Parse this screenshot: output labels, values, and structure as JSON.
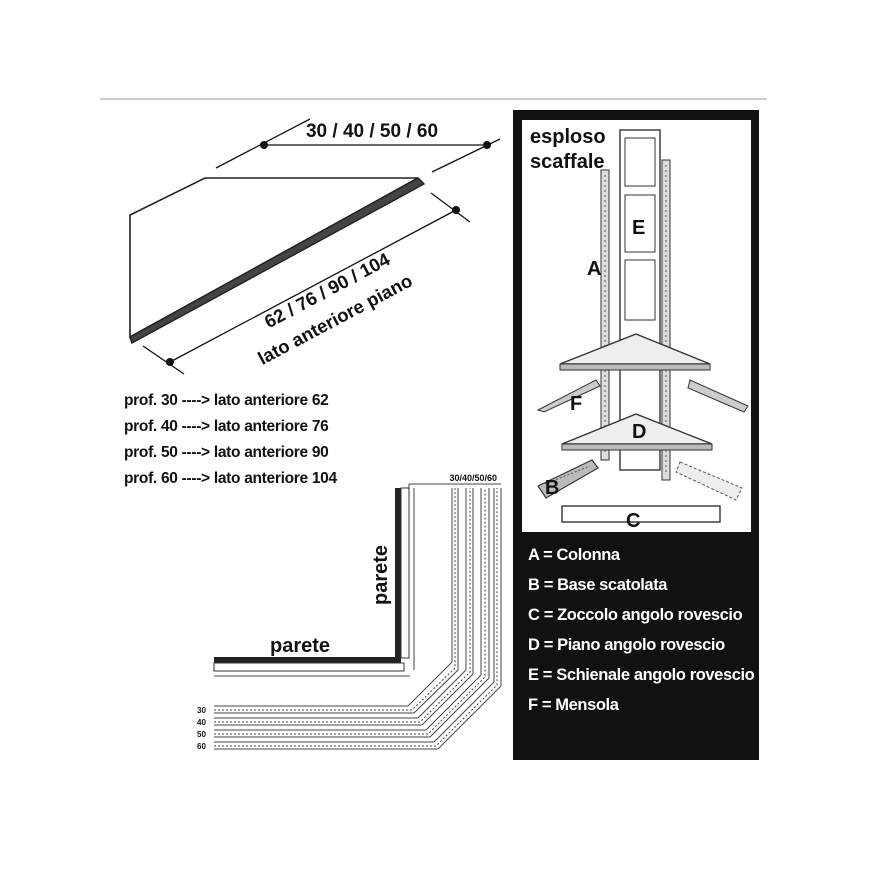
{
  "top_dimension": "30 / 40 / 50 / 60",
  "front_dimension": "62 / 76 / 90 / 104",
  "front_label": "lato anteriore piano",
  "depth_table": [
    {
      "depth": "prof. 30",
      "arrow": "---->",
      "front": "lato anteriore 62"
    },
    {
      "depth": "prof. 40",
      "arrow": "---->",
      "front": "lato anteriore 76"
    },
    {
      "depth": "prof. 50",
      "arrow": "---->",
      "front": "lato anteriore 90"
    },
    {
      "depth": "prof. 60",
      "arrow": "---->",
      "front": "lato anteriore 104"
    }
  ],
  "plan_view": {
    "wall_horizontal": "parete",
    "wall_vertical": "parete",
    "depth_header": "30/40/50/60",
    "depth_rows": [
      "30",
      "40",
      "50",
      "60"
    ]
  },
  "exploded": {
    "title_line1": "esploso",
    "title_line2": "scaffale",
    "parts_in_drawing": [
      "A",
      "B",
      "C",
      "D",
      "E",
      "F"
    ]
  },
  "legend": [
    "A = Colonna",
    "B = Base scatolata",
    "C = Zoccolo angolo rovescio",
    "D = Piano angolo rovescio",
    "E = Schienale angolo rovescio",
    "F = Mensola"
  ]
}
